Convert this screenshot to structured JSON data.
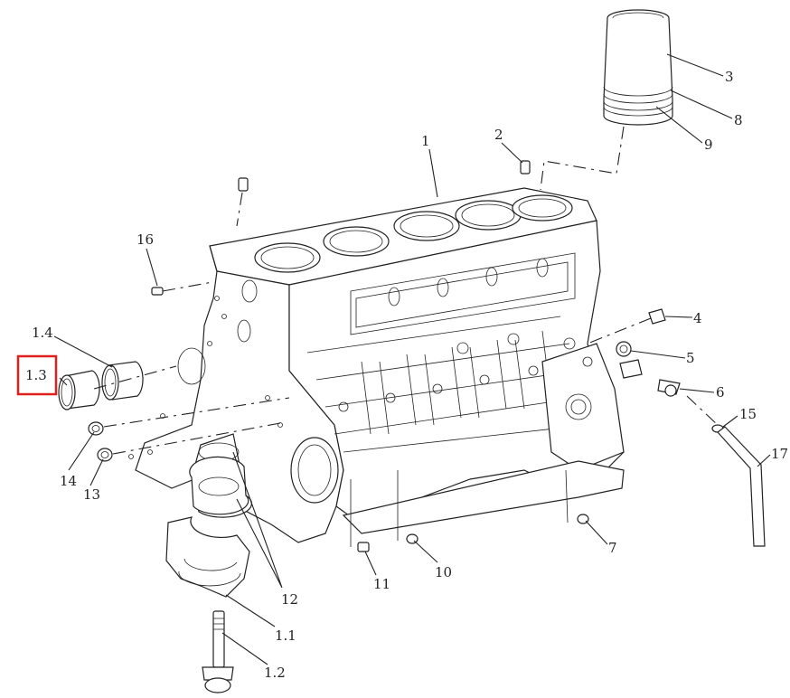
{
  "diagram": {
    "highlight_color": "#e0201c",
    "highlighted_callout": "1.3",
    "callouts": [
      {
        "id": "c1",
        "text": "1"
      },
      {
        "id": "c2",
        "text": "2"
      },
      {
        "id": "c3",
        "text": "3"
      },
      {
        "id": "c8",
        "text": "8"
      },
      {
        "id": "c9",
        "text": "9"
      },
      {
        "id": "c4",
        "text": "4"
      },
      {
        "id": "c5",
        "text": "5"
      },
      {
        "id": "c6",
        "text": "6"
      },
      {
        "id": "c15",
        "text": "15"
      },
      {
        "id": "c17",
        "text": "17"
      },
      {
        "id": "c16",
        "text": "16"
      },
      {
        "id": "c14a",
        "text": "1.4"
      },
      {
        "id": "c13a",
        "text": "1.3"
      },
      {
        "id": "c14",
        "text": "14"
      },
      {
        "id": "c13",
        "text": "13"
      },
      {
        "id": "c7",
        "text": "7"
      },
      {
        "id": "c10",
        "text": "10"
      },
      {
        "id": "c11",
        "text": "11"
      },
      {
        "id": "c12",
        "text": "12"
      },
      {
        "id": "c11a",
        "text": "1.1"
      },
      {
        "id": "c12a",
        "text": "1.2"
      }
    ]
  }
}
